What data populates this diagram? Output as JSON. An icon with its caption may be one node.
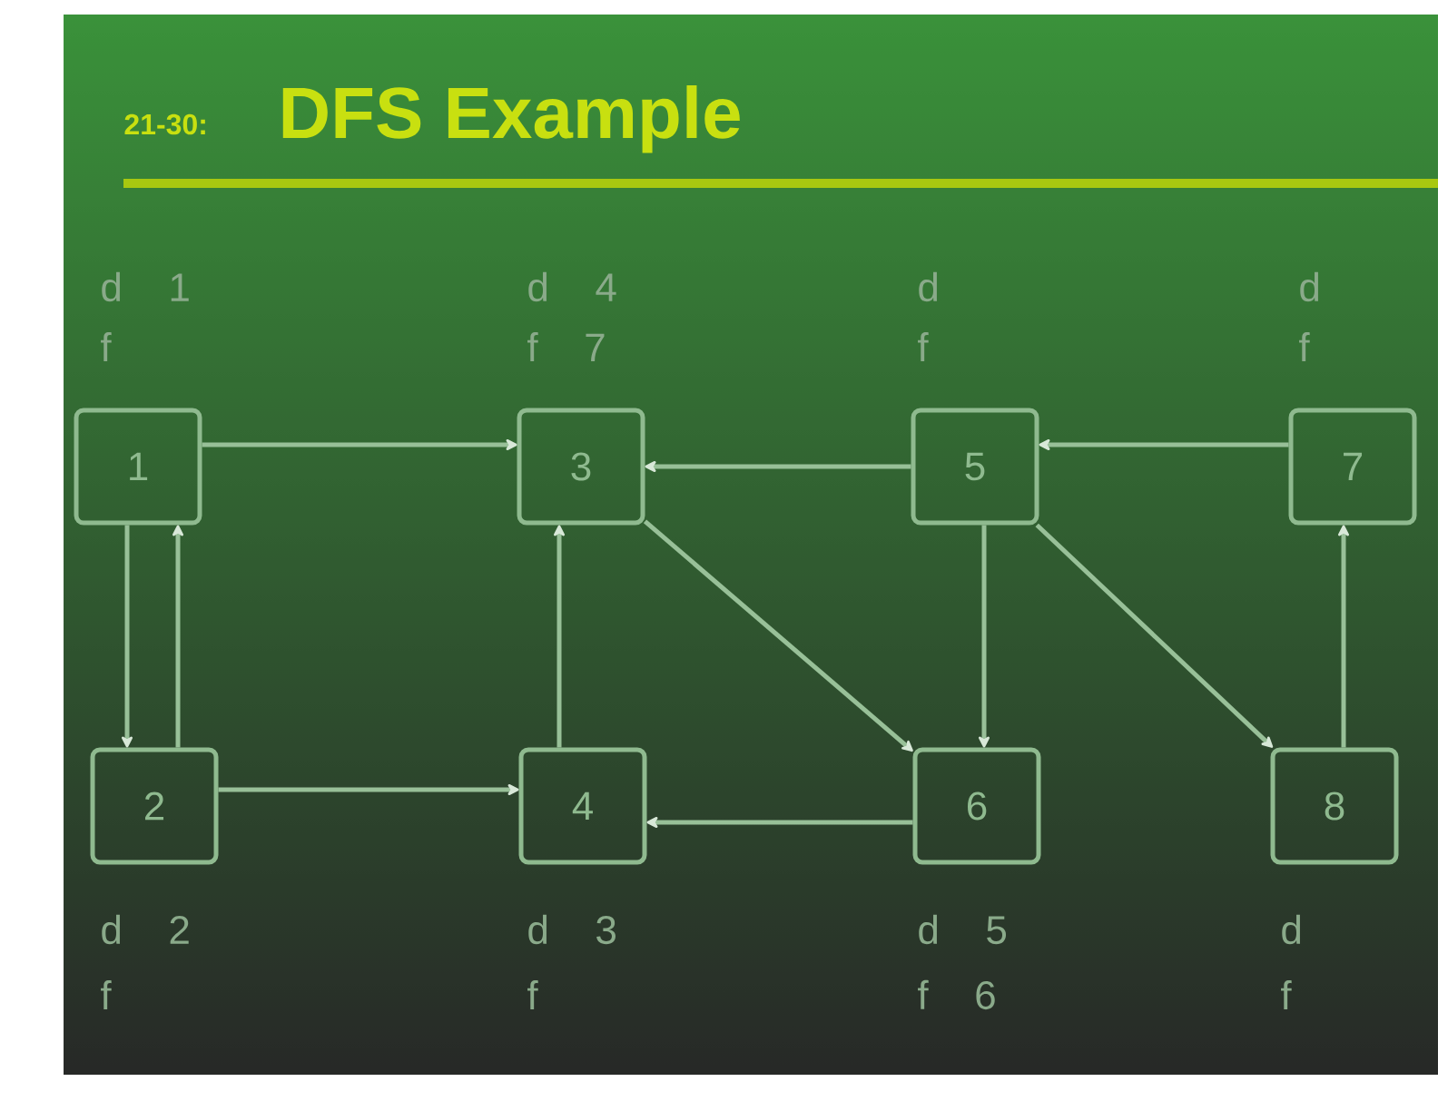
{
  "diagram": {
    "title": "DFS Example",
    "nodes": [
      {
        "text": [
          "1"
        ],
        "beside": [
          "d 1",
          "f"
        ]
      },
      {
        "text": [
          "3"
        ],
        "beside": [
          "d 4",
          "f 7"
        ]
      },
      {
        "text": [
          "5"
        ],
        "beside": [
          "d",
          "f"
        ]
      },
      {
        "text": [
          "7"
        ],
        "beside": [
          "d",
          "f"
        ]
      },
      {
        "text": [
          "2"
        ],
        "beside": [
          "d 2",
          "f"
        ]
      },
      {
        "text": [
          "4"
        ],
        "beside": [
          "d 3",
          "f"
        ]
      },
      {
        "text": [
          "6"
        ],
        "beside": [
          "d 5",
          "f 6"
        ]
      },
      {
        "text": [
          "8"
        ],
        "beside": [
          "d",
          "f"
        ]
      }
    ],
    "edges": [
      {
        "from": 0,
        "to": 1,
        "arrow": "to"
      },
      {
        "from": 2,
        "to": 1,
        "arrow": "to"
      },
      {
        "from": 3,
        "to": 2,
        "arrow": "to"
      },
      {
        "from": 0,
        "to": 4,
        "arrow": "to"
      },
      {
        "from": 4,
        "to": 0,
        "arrow": "to"
      },
      {
        "from": 4,
        "to": 5,
        "arrow": "to"
      },
      {
        "from": 5,
        "to": 1,
        "arrow": "to"
      },
      {
        "from": 1,
        "to": 6,
        "arrow": "to"
      },
      {
        "from": 2,
        "to": 6,
        "arrow": "to"
      },
      {
        "from": 6,
        "to": 5,
        "arrow": "to"
      },
      {
        "from": 2,
        "to": 7,
        "arrow": "to"
      },
      {
        "from": 7,
        "to": 3,
        "arrow": "to"
      }
    ],
    "labels": [
      "21-30:"
    ]
  }
}
